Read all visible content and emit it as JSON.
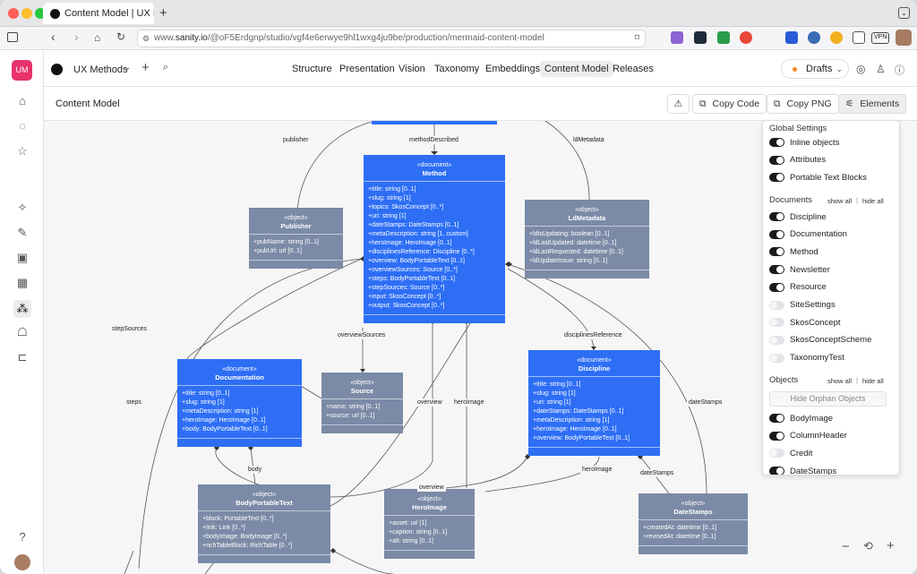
{
  "browser": {
    "tab_title": "Content Model | UX Metho",
    "url_prefix": "www.",
    "url_domain": "sanity.io",
    "url_path": "/@oF5Erdgnp/studio/vgf4e6erwye9hl1wxg4ju9be/production/mermaid-content-model",
    "new_tab": "+",
    "vpn": "VPN"
  },
  "sidebar": {
    "avatar": "UM"
  },
  "app": {
    "workspace": "UX Methods",
    "nav": [
      "Structure",
      "Presentation",
      "Vision",
      "Taxonomy",
      "Embeddings",
      "Content Model",
      "Releases"
    ],
    "active_nav": "Content Model",
    "drafts": "Drafts"
  },
  "toolbar": {
    "title": "Content Model",
    "copy_code": "Copy Code",
    "copy_png": "Copy PNG",
    "elements": "Elements"
  },
  "diagram": {
    "nodes": [
      {
        "id": "method",
        "kind": "blue",
        "stereo": "«document»",
        "name": "Method",
        "fields": [
          "+title: string [0..1]",
          "+slug: string [1]",
          "+topics: SkosConcept [0..*]",
          "+uri: string [1]",
          "+dateStamps: DateStamps [0..1]",
          "+metaDescription: string [1, custom]",
          "+heroImage: HeroImage [0..1]",
          "+disciplinesReference: Discipline [0..*]",
          "+overview: BodyPortableText [0..1]",
          "+overviewSources: Source [0..*]",
          "+steps: BodyPortableText [0..1]",
          "+stepSources: Source [0..*]",
          "+input: SkosConcept [0..*]",
          "+output: SkosConcept [0..*]"
        ]
      },
      {
        "id": "publisher",
        "kind": "gray",
        "stereo": "«object»",
        "name": "Publisher",
        "fields": [
          "+pubName: string [0..1]",
          "+pubUrl: url [0..1]"
        ]
      },
      {
        "id": "ldmetadata",
        "kind": "gray",
        "stereo": "«object»",
        "name": "LdMetadata",
        "fields": [
          "+ldIsUpdating: boolean [0..1]",
          "+ldLastUpdated: datetime [0..1]",
          "+ldLastRequested: datetime [0..1]",
          "+ldUpdateIssue: string [0..1]"
        ]
      },
      {
        "id": "documentation",
        "kind": "blue",
        "stereo": "«document»",
        "name": "Documentation",
        "fields": [
          "+title: string [0..1]",
          "+slug: string [1]",
          "+metaDescription: string [1]",
          "+heroImage: HeroImage [0..1]",
          "+body: BodyPortableText [0..1]"
        ]
      },
      {
        "id": "source",
        "kind": "gray",
        "stereo": "«object»",
        "name": "Source",
        "fields": [
          "+name: string [0..1]",
          "+source: url [0..1]"
        ]
      },
      {
        "id": "discipline",
        "kind": "blue",
        "stereo": "«document»",
        "name": "Discipline",
        "fields": [
          "+title: string [0..1]",
          "+slug: string [1]",
          "+uri: string [1]",
          "+dateStamps: DateStamps [0..1]",
          "+metaDescription: string [1]",
          "+heroImage: HeroImage [0..1]",
          "+overview: BodyPortableText [0..1]"
        ]
      },
      {
        "id": "bodyportabletext",
        "kind": "gray",
        "stereo": "«object»",
        "name": "BodyPortableText",
        "fields": [
          "+block: PortableText [0..*]",
          "+link: Link [0..*]",
          "+bodyImage: BodyImage [0..*]",
          "+richTableBlock: RichTable [0..*]"
        ]
      },
      {
        "id": "heroimage",
        "kind": "gray",
        "stereo": "«object»",
        "name": "HeroImage",
        "fields": [
          "+asset: url [1]",
          "+caption: string [0..1]",
          "+alt: string [0..1]"
        ]
      },
      {
        "id": "datestamps",
        "kind": "gray",
        "stereo": "«object»",
        "name": "DateStamps",
        "fields": [
          "+createdAt: datetime [0..1]",
          "+revisedAt: datetime [0..1]"
        ]
      }
    ],
    "edge_labels": [
      "publisher",
      "methodDescribed",
      "ldMetadata",
      "stepSources",
      "overviewSources",
      "disciplinesReference",
      "steps",
      "overview",
      "heroImage",
      "dateStamps",
      "body",
      "overview",
      "heroImage",
      "dateStamps"
    ]
  },
  "panel": {
    "global_heading": "Global Settings",
    "global": [
      {
        "label": "Inline objects",
        "on": true
      },
      {
        "label": "Attributes",
        "on": true
      },
      {
        "label": "Portable Text Blocks",
        "on": true
      }
    ],
    "documents_heading": "Documents",
    "show_all": "show all",
    "separator": "|",
    "hide_all": "hide all",
    "documents": [
      {
        "label": "Discipline",
        "on": true
      },
      {
        "label": "Documentation",
        "on": true
      },
      {
        "label": "Method",
        "on": true
      },
      {
        "label": "Newsletter",
        "on": true
      },
      {
        "label": "Resource",
        "on": true
      },
      {
        "label": "SiteSettings",
        "on": false
      },
      {
        "label": "SkosConcept",
        "on": false
      },
      {
        "label": "SkosConceptScheme",
        "on": false
      },
      {
        "label": "TaxonomyTest",
        "on": false
      }
    ],
    "objects_heading": "Objects",
    "hide_orphans": "Hide Orphan Objects",
    "objects": [
      {
        "label": "BodyImage",
        "on": true
      },
      {
        "label": "ColumnHeader",
        "on": true
      },
      {
        "label": "Credit",
        "on": false
      },
      {
        "label": "DateStamps",
        "on": true
      }
    ]
  },
  "zoom": {
    "out": "−",
    "reset": "⟲",
    "in": "+"
  },
  "colors": {
    "accent_blue": "#2d6ef5",
    "object_gray": "#7b8aa6",
    "avatar_pink": "#e8336d"
  }
}
